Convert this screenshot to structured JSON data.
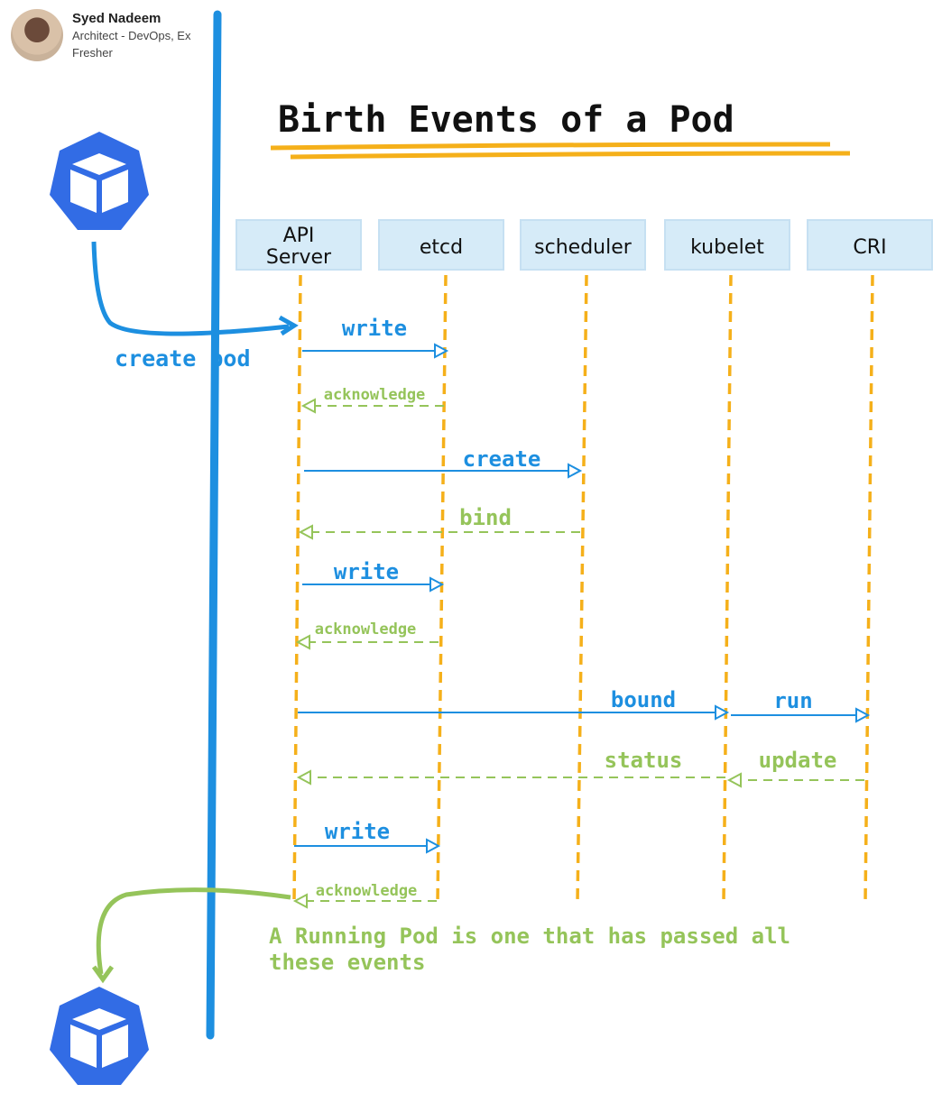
{
  "author": {
    "name": "Syed Nadeem",
    "role": "Architect - DevOps, Ex Fresher"
  },
  "title": "Birth Events of a Pod",
  "participants": [
    {
      "lines": [
        "API",
        "Server"
      ]
    },
    {
      "lines": [
        "etcd"
      ]
    },
    {
      "lines": [
        "scheduler"
      ]
    },
    {
      "lines": [
        "kubelet"
      ]
    },
    {
      "lines": [
        "CRI"
      ]
    }
  ],
  "create_pod_label": "create pod",
  "messages": [
    {
      "label": "write",
      "kind": "request"
    },
    {
      "label": "acknowledge",
      "kind": "response"
    },
    {
      "label": "create",
      "kind": "request"
    },
    {
      "label": "bind",
      "kind": "response"
    },
    {
      "label": "write",
      "kind": "request"
    },
    {
      "label": "acknowledge",
      "kind": "response"
    },
    {
      "label": "bound",
      "kind": "request"
    },
    {
      "label": "run",
      "kind": "request"
    },
    {
      "label": "status",
      "kind": "response"
    },
    {
      "label": "update",
      "kind": "response"
    },
    {
      "label": "write",
      "kind": "request"
    },
    {
      "label": "acknowledge",
      "kind": "response"
    }
  ],
  "footer": [
    "A Running Pod is one that has passed all",
    "these events"
  ],
  "colors": {
    "blue": "#1d8fe0",
    "green": "#95c45a",
    "orange": "#f5b01a",
    "box": "#d6ebf8",
    "k8s": "#326ce5"
  }
}
